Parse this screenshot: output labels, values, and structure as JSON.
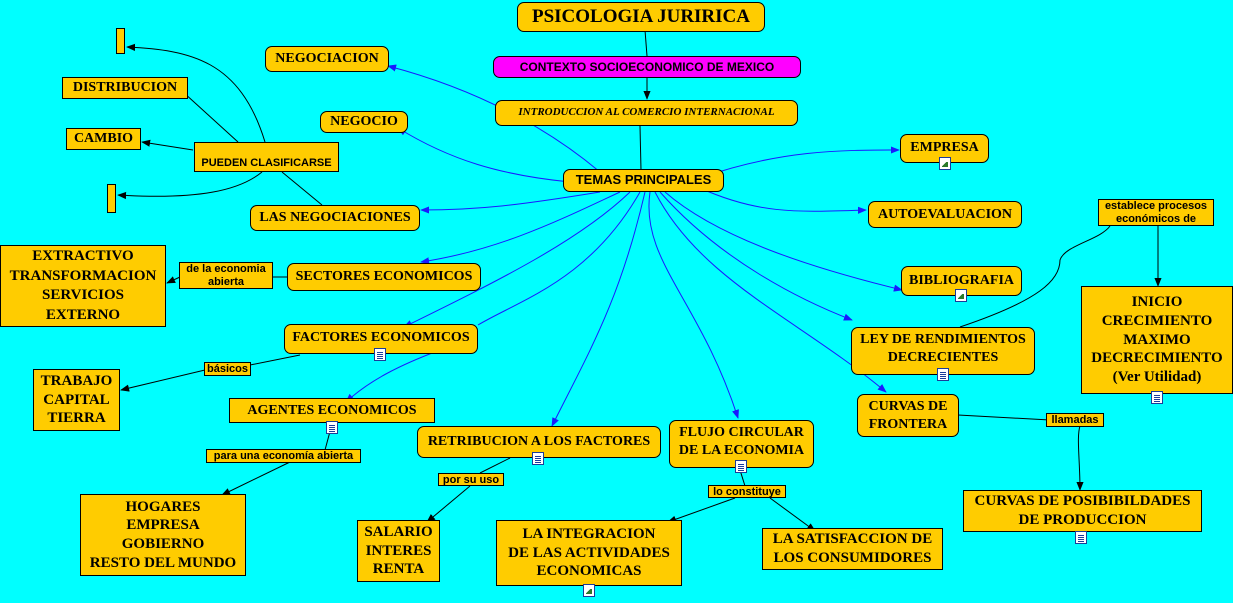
{
  "colors": {
    "background": "#00ffff",
    "node": "#ffcc00",
    "highlight": "#ff00ff",
    "connector": "#1a1aff"
  },
  "title": "PSICOLOGIA JURIRICA",
  "contexto": "CONTEXTO SOCIOECONOMICO DE MEXICO",
  "introduccion": "INTRODUCCION AL COMERCIO INTERNACIONAL",
  "temas": "TEMAS PRINCIPALES",
  "negociacion": "NEGOCIACION",
  "negocio": "NEGOCIO",
  "distribucion": "DISTRIBUCION",
  "cambio": "CAMBIO",
  "pueden_clasificarse": "PUEDEN CLASIFICARSE",
  "las_negociaciones": "LAS NEGOCIACIONES",
  "sectores": "SECTORES ECONOMICOS",
  "sectores_link": "de la economia\nabierta",
  "sectores_list": "EXTRACTIVO\nTRANSFORMACION\nSERVICIOS\nEXTERNO",
  "factores": "FACTORES ECONOMICOS",
  "factores_link": "básicos",
  "factores_list": "TRABAJO\nCAPITAL\nTIERRA",
  "agentes": "AGENTES ECONOMICOS",
  "agentes_link": "para una economía abierta",
  "agentes_list": "HOGARES\nEMPRESA\nGOBIERNO\nRESTO DEL MUNDO",
  "retribucion": "RETRIBUCION A LOS FACTORES",
  "retribucion_link": "por su uso",
  "retribucion_list": "SALARIO\nINTERES\nRENTA",
  "flujo": "FLUJO CIRCULAR\nDE LA ECONOMIA",
  "flujo_link": "lo constituye",
  "integracion": "LA INTEGRACION\nDE LAS ACTIVIDADES\nECONOMICAS",
  "satisfaccion": "LA SATISFACCION DE\nLOS CONSUMIDORES",
  "empresa": "EMPRESA",
  "autoevaluacion": "AUTOEVALUACION",
  "bibliografia": "BIBLIOGRAFIA",
  "ley": "LEY DE RENDIMIENTOS\nDECRECIENTES",
  "ley_link": "establece procesos\neconómicos de",
  "ley_list": "INICIO\nCRECIMIENTO\nMAXIMO\nDECRECIMIENTO\n(Ver Utilidad)",
  "curvas": "CURVAS DE\nFRONTERA",
  "curvas_link": "llamadas",
  "curvas_pos": "CURVAS DE POSIBIBILDADES\nDE PRODUCCION",
  "icons": [
    "document-icon",
    "image-icon"
  ]
}
